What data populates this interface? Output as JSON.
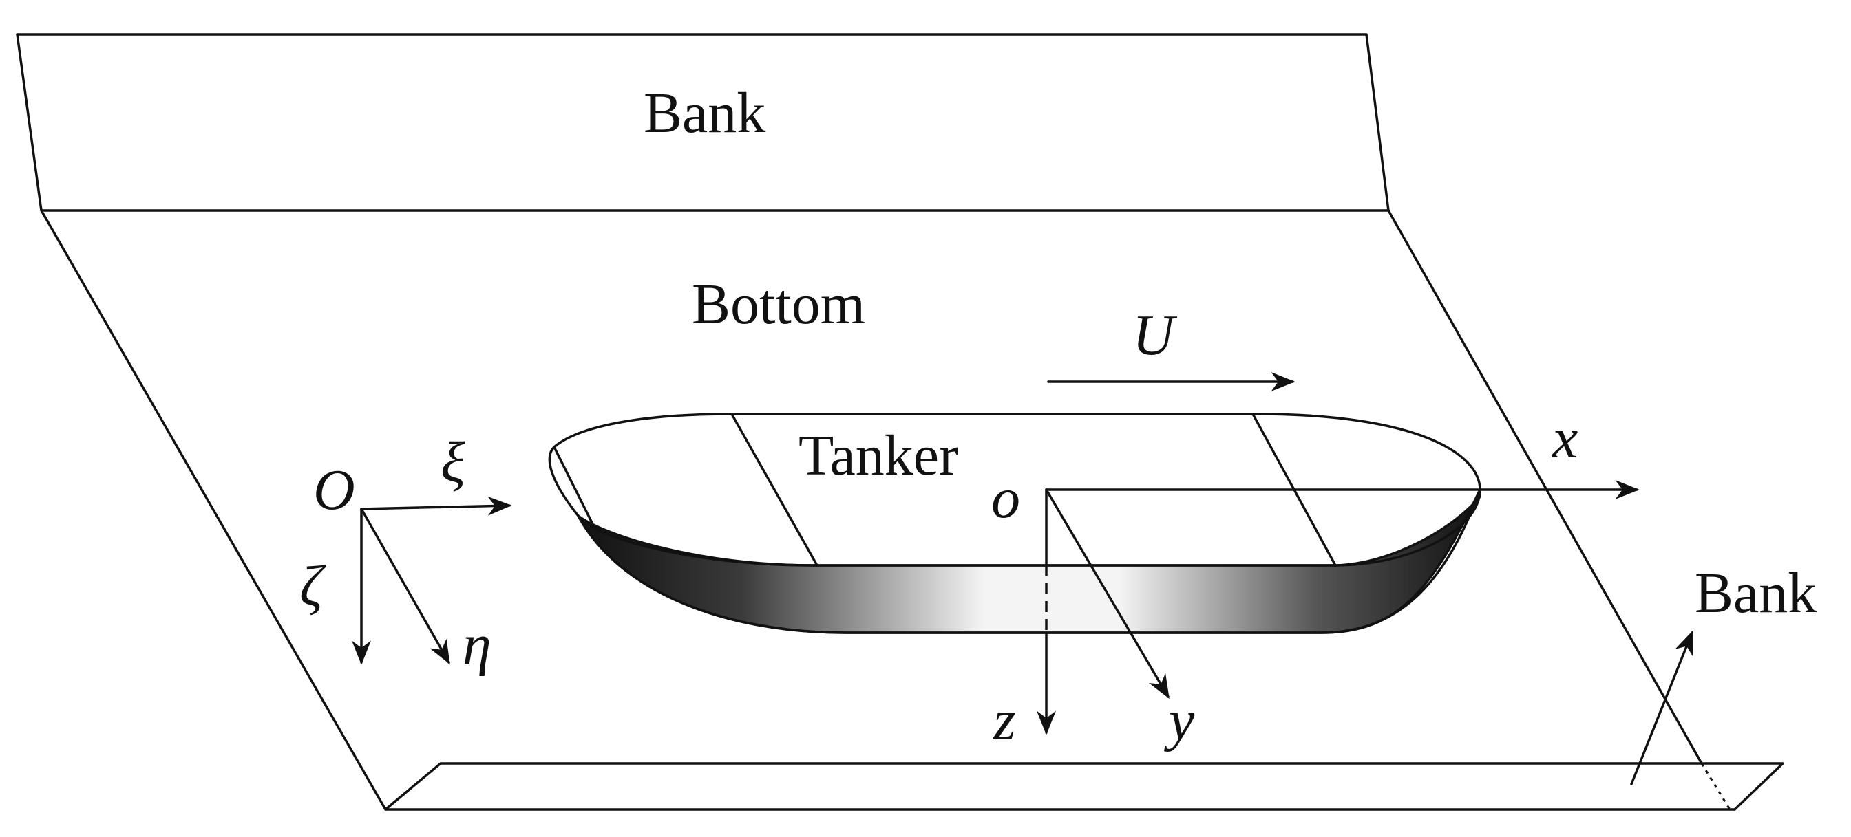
{
  "labels": {
    "bank_top": "Bank",
    "bottom": "Bottom",
    "tanker": "Tanker",
    "bank_right": "Bank"
  },
  "symbols": {
    "velocity": "U",
    "earth_origin": "O",
    "xi": "ξ",
    "eta": "η",
    "zeta": "ζ",
    "ship_origin": "o",
    "x": "x",
    "y": "y",
    "z": "z"
  }
}
